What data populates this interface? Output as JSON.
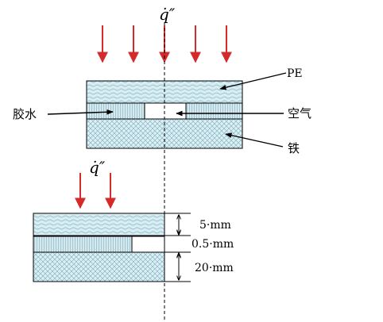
{
  "colors": {
    "arrow": "#d42a2a",
    "pe_fill": "#d9ecf1",
    "pe_wave": "#7fb9c9",
    "iron_fill": "#dbeef3",
    "iron_hatch": "#7aaebe",
    "glue_fill": "#d4e8ee",
    "glue_line": "#89b9c6",
    "air_fill": "#ffffff",
    "outline": "#000000"
  },
  "top_figure": {
    "heat_flux_symbol": "q̇″",
    "labels": {
      "pe": "PE",
      "glue": "胶水",
      "air": "空气",
      "iron": "铁"
    },
    "arrow_count": 5
  },
  "bottom_figure": {
    "heat_flux_symbol": "q̇″",
    "arrow_count": 2,
    "dimensions": {
      "pe_thickness": "5·mm",
      "glue_thickness": "0.5·mm",
      "iron_thickness": "20·mm"
    }
  }
}
